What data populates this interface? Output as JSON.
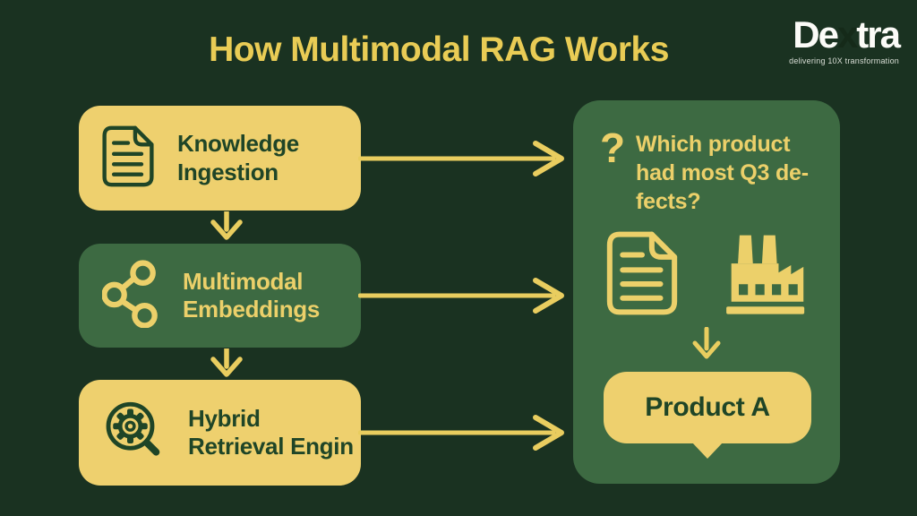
{
  "header": {
    "title": "How Multimodal RAG Works",
    "logo": {
      "prefix": "De",
      "x": "x",
      "suffix": "tra",
      "tagline": "delivering 10X transformation"
    }
  },
  "pipeline": {
    "steps": [
      {
        "line1": "Knowledge",
        "line2": "Ingestion",
        "icon": "document-icon",
        "variant": "yellow"
      },
      {
        "line1": "Multimodal",
        "line2": "Embeddings",
        "icon": "share-icon",
        "variant": "green"
      },
      {
        "line1": "Hybrid",
        "line2": "Retrieval Engin",
        "icon": "search-gear-icon",
        "variant": "yellow"
      }
    ]
  },
  "result_panel": {
    "question_mark": "?",
    "question_lines": [
      "Which product",
      "had most Q3 de-",
      "fects?"
    ],
    "icons": [
      "document-icon",
      "factory-icon"
    ],
    "answer": "Product A"
  },
  "colors": {
    "background": "#1a3221",
    "panel_green": "#3d6a42",
    "box_yellow": "#eed06e",
    "accent_yellow": "#e9cd5f",
    "title_yellow": "#e9cc55",
    "dark_green_text": "#1f4527",
    "logo_white": "#fbfbf7",
    "tagline_grey": "#d9ded6"
  }
}
